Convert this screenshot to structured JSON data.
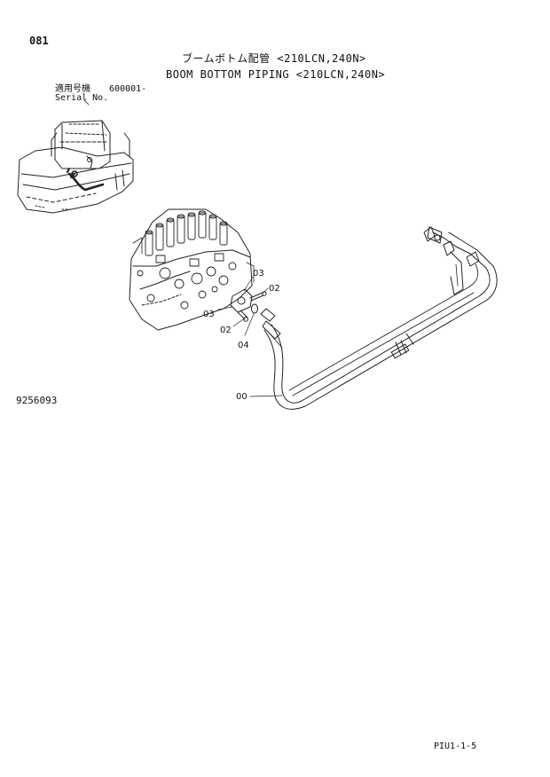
{
  "header": {
    "page_number": "081",
    "title_jp": "ブームボトム配管 <210LCN,240N>",
    "title_en": "BOOM BOTTOM PIPING <210LCN,240N>",
    "serial_label_jp": "適用号機",
    "serial_value": "600001-",
    "serial_label_en": "Serial No."
  },
  "callouts": {
    "c03_top": "03",
    "c02_right": "02",
    "c03_left": "03",
    "c02_left": "02",
    "c04": "04",
    "c00": "00"
  },
  "footer": {
    "drawing_number": "9256093",
    "page_code": "PIU1-1-5"
  }
}
